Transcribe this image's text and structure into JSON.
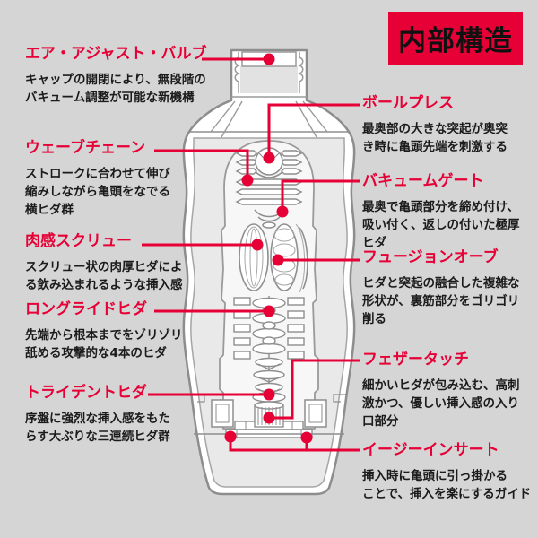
{
  "badge": {
    "text": "内部構造"
  },
  "labels": {
    "left": [
      {
        "id": "air-adjust-valve",
        "heading": "エア・アジャスト・バルブ",
        "description": "キャップの開閉により、無段階の\nバキューム調整が可能な新機構"
      },
      {
        "id": "wave-chain",
        "heading": "ウェーブチェーン",
        "description": "ストロークに合わせて伸び\n縮みしながら亀頭をなでる\n横ヒダ群"
      },
      {
        "id": "nikukan-screw",
        "heading": "肉感スクリュー",
        "description": "スクリュー状の肉厚ヒダによ\nる飲み込まれるような挿入感"
      },
      {
        "id": "long-ride-hida",
        "heading": "ロングライドヒダ",
        "description": "先端から根本までをゾリゾリ\n舐める攻撃的な4本のヒダ"
      },
      {
        "id": "trident-hida",
        "heading": "トライデントヒダ",
        "description": "序盤に強烈な挿入感をもた\nらす大ぶりな三連続ヒダ群"
      }
    ],
    "right": [
      {
        "id": "ball-press",
        "heading": "ボールプレス",
        "description": "最奥部の大きな突起が奥突\nき時に亀頭先端を刺激する"
      },
      {
        "id": "vacuum-gate",
        "heading": "バキュームゲート",
        "description": "最奥で亀頭部分を締め付け、\n吸い付く、返しの付いた極厚\nヒダ"
      },
      {
        "id": "fusion-orb",
        "heading": "フュージョンオーブ",
        "description": "ヒダと突起の融合した複雑な\n形状が、裏筋部分をゴリゴリ\n削る"
      },
      {
        "id": "feather-touch",
        "heading": "フェザータッチ",
        "description": "細かいヒダが包み込む、高刺\n激かつ、優しい挿入感の入り\n口部分"
      },
      {
        "id": "easy-insert",
        "heading": "イージーインサート",
        "description": "挿入時に亀頭に引っ掛かる\nことで、挿入を楽にするガイド"
      }
    ]
  },
  "colors": {
    "accent_red": "#e60036",
    "background": "#d5d5d5",
    "text_black": "#1b1b1b",
    "illustration_line": "#8d8d8d",
    "cavity_fill": "#e9e9e9",
    "part_fill": "#ffffff"
  }
}
